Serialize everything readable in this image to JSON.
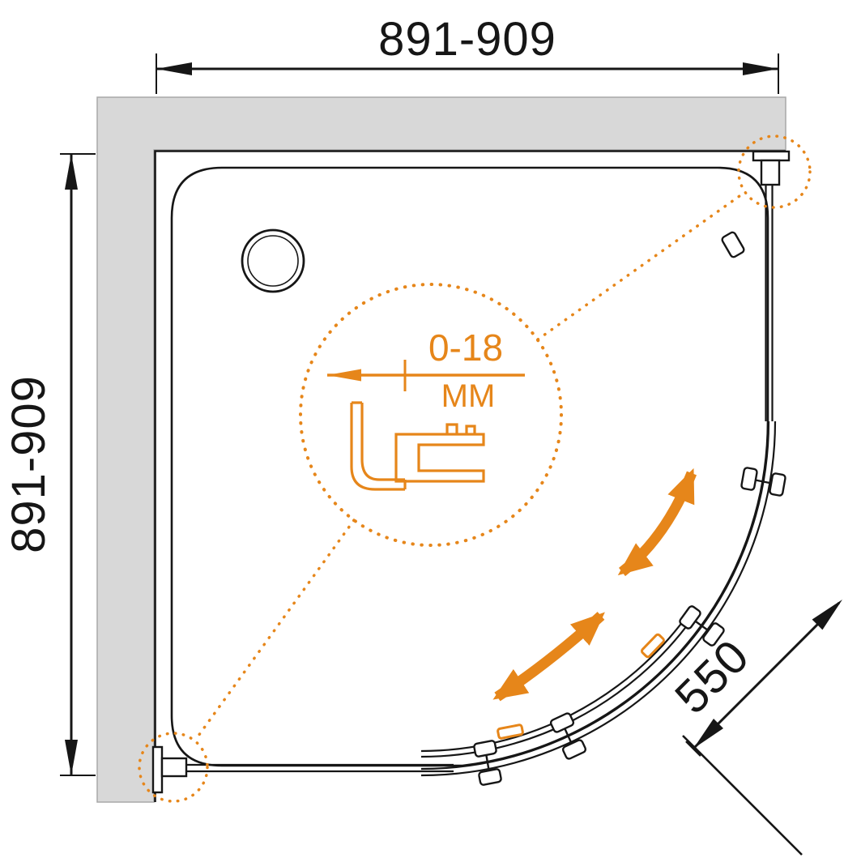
{
  "scene": {
    "kind": "technical plan drawing of quarter-round shower enclosure",
    "colors": {
      "accent": "#E6861A",
      "wall_fill": "#D8D8D8",
      "line": "#161616"
    }
  },
  "dimensions": {
    "top_width": "891-909",
    "left_depth": "891-909",
    "front_radius": "550"
  },
  "detail_callout": {
    "range": "0-18",
    "unit": "ММ"
  }
}
